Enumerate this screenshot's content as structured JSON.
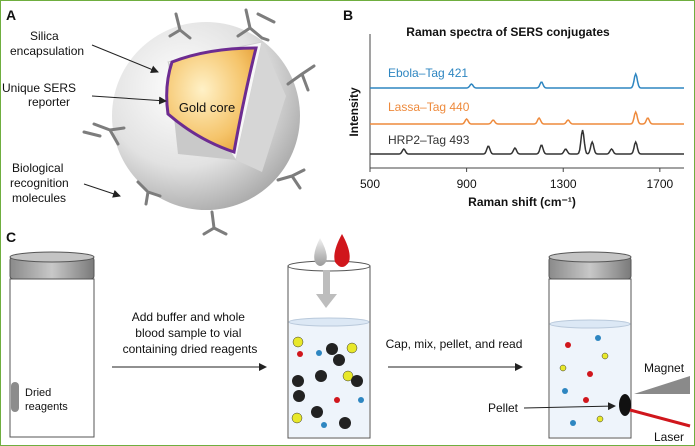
{
  "panel_a": {
    "letter": "A",
    "labels": {
      "silica": [
        "Silica",
        "encapsulation"
      ],
      "reporter": [
        "Unique SERS",
        "reporter"
      ],
      "core": "Gold core",
      "bio": [
        "Biological",
        "recognition",
        "molecules"
      ]
    }
  },
  "panel_b": {
    "letter": "B",
    "chart_data": {
      "type": "line",
      "title": "Raman spectra of SERS conjugates",
      "xlabel": "Raman shift (cm⁻¹)",
      "ylabel": "Intensity",
      "xlim": [
        500,
        1800
      ],
      "xticks": [
        "500",
        "900",
        "1300",
        "1700"
      ],
      "series": [
        {
          "name": "Ebola–Tag 421",
          "color": "#2e86c1",
          "peaks": [
            [
              920,
              4
            ],
            [
              1210,
              6
            ],
            [
              1600,
              14
            ]
          ]
        },
        {
          "name": "Lassa–Tag 440",
          "color": "#ee8a3c",
          "peaks": [
            [
              900,
              5
            ],
            [
              1010,
              4
            ],
            [
              1200,
              6
            ],
            [
              1320,
              4
            ],
            [
              1600,
              12
            ],
            [
              1650,
              6
            ]
          ]
        },
        {
          "name": "HRP2–Tag 493",
          "color": "#333333",
          "peaks": [
            [
              640,
              5
            ],
            [
              990,
              8
            ],
            [
              1100,
              6
            ],
            [
              1210,
              9
            ],
            [
              1310,
              5
            ],
            [
              1380,
              24
            ],
            [
              1420,
              12
            ],
            [
              1500,
              5
            ],
            [
              1600,
              12
            ]
          ]
        }
      ]
    }
  },
  "panel_c": {
    "letter": "C",
    "dried_reagents": [
      "Dried",
      "reagents"
    ],
    "step1": [
      "Add buffer and whole",
      "blood sample to vial",
      "containing dried reagents"
    ],
    "step2": "Cap, mix, pellet, and read",
    "magnet": "Magnet",
    "pellet": "Pellet",
    "laser": "Laser"
  }
}
